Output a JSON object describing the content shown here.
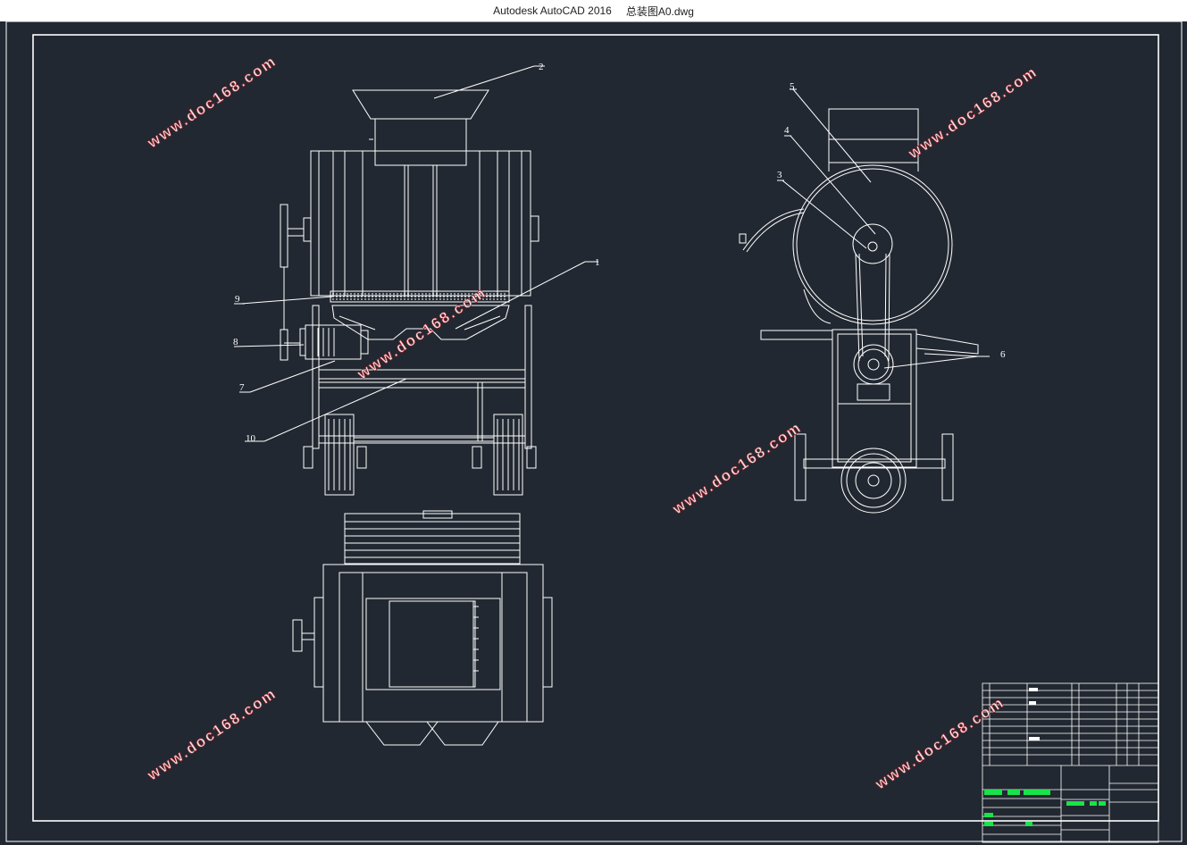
{
  "window": {
    "app_title": "Autodesk AutoCAD 2016",
    "file_name": "总装图A0.dwg"
  },
  "colors": {
    "canvas_bg": "#222831",
    "line": "#ffffff",
    "watermark_outline": "#a0202a",
    "titleblock_highlight": "#19e34a"
  },
  "drawing": {
    "part_labels": [
      "1",
      "2",
      "3",
      "4",
      "5",
      "6",
      "7",
      "8",
      "9",
      "10"
    ],
    "watermark_text": "www.doc168.com"
  }
}
